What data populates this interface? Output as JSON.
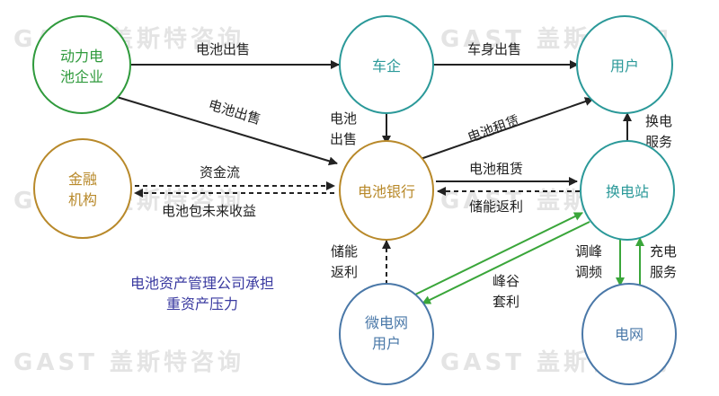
{
  "watermark": "GAST 盖斯特咨询",
  "colors": {
    "green": "#2f9a3c",
    "teal": "#2b9999",
    "gold": "#b8892a",
    "blue": "#4a78a8",
    "note": "#3a3aa0",
    "arrow": "#222222",
    "green_arrow": "#3aa63a"
  },
  "nodes": {
    "battery_maker": [
      "动力电",
      "池企业"
    ],
    "car_maker": [
      "车企"
    ],
    "user": [
      "用户"
    ],
    "finance": [
      "金融",
      "机构"
    ],
    "battery_bank": [
      "电池银行"
    ],
    "swap_station": [
      "换电站"
    ],
    "microgrid_user": [
      "微电网",
      "用户"
    ],
    "grid": [
      "电网"
    ]
  },
  "edges": {
    "maker_to_car": "电池出售",
    "maker_to_bank": "电池出售",
    "car_to_bank": [
      "电池",
      "出售"
    ],
    "car_to_user": "车身出售",
    "bank_to_user": "电池租赁",
    "station_to_user": [
      "换电",
      "服务"
    ],
    "bank_to_station": "电池租赁",
    "station_to_bank": "储能返利",
    "finance_to_bank": "资金流",
    "bank_to_finance": "电池包未来收益",
    "micro_to_bank": [
      "储能",
      "返利"
    ],
    "micro_station": [
      "峰谷",
      "套利"
    ],
    "station_to_grid": [
      "调峰",
      "调频"
    ],
    "grid_to_station": [
      "充电",
      "服务"
    ]
  },
  "note": [
    "电池资产管理公司承担",
    "重资产压力"
  ]
}
